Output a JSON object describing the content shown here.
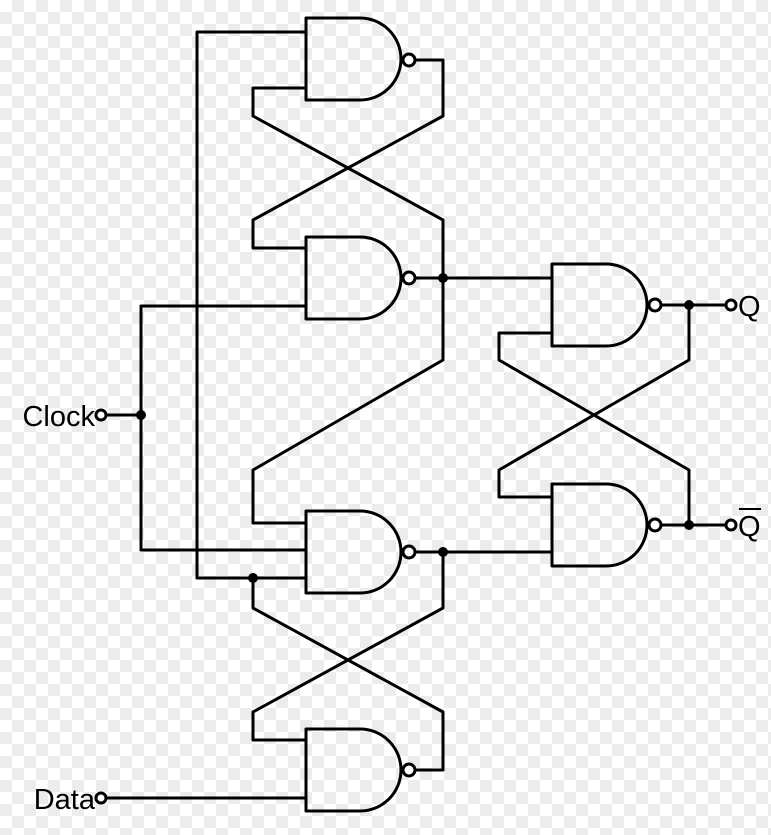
{
  "labels": {
    "clock": "Clock",
    "data": "Data",
    "q": "Q",
    "q_bar": "Q"
  }
}
